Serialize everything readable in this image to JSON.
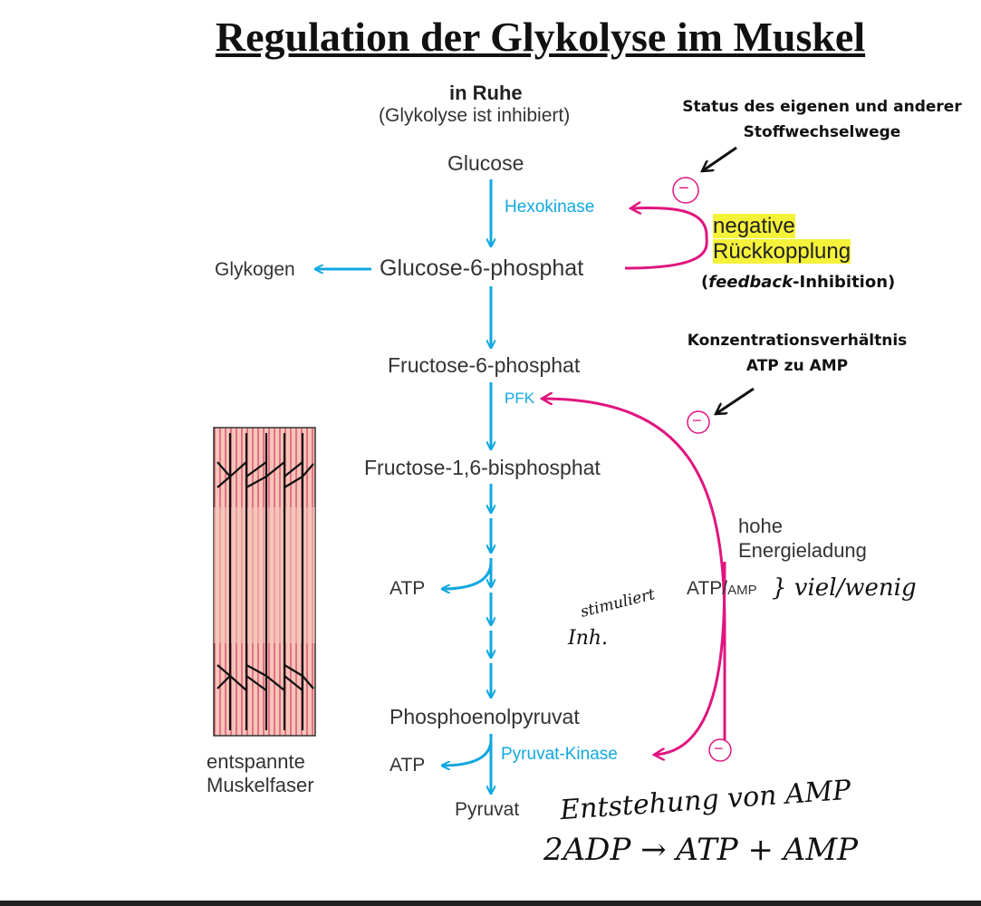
{
  "title": "Regulation der Glykolyse im Muskel",
  "state": {
    "heading": "in Ruhe",
    "subheading": "(Glykolyse ist inhibiert)"
  },
  "metabolites": {
    "glucose": "Glucose",
    "g6p": "Glucose-6-phosphat",
    "glykogen": "Glykogen",
    "f6p": "Fructose-6-phosphat",
    "f16bp": "Fructose-1,6-bisphosphat",
    "atp_1": "ATP",
    "pep": "Phosphoenolpyruvat",
    "atp_2": "ATP",
    "pyruvat": "Pyruvat"
  },
  "enzymes": {
    "hexokinase": "Hexokinase",
    "pfk": "PFK",
    "pk": "Pyruvat-Kinase"
  },
  "annotations": {
    "status_line1": "Status des eigenen und anderer",
    "status_line2": "Stoffwechselwege",
    "negative": "negative",
    "rueckkopplung": "Rückkopplung",
    "feedback_open": "(",
    "feedback_italic": "feedback",
    "feedback_rest": "-Inhibition)",
    "konz_line1": "Konzentrationsverhältnis",
    "konz_line2": "ATP zu AMP",
    "energie_line1": "hohe",
    "energie_line2": "Energieladung",
    "ratio_atp": "ATP/",
    "ratio_amp": "AMP",
    "minus": "−"
  },
  "muscle": {
    "label_line1": "entspannte",
    "label_line2": "Muskelfaser"
  },
  "handwriting": {
    "stimuliert": "stimuliert",
    "inh": "Inh.",
    "viel_wenig": "} viel/wenig",
    "entstehung": "Entstehung von AMP",
    "reaction": "2ADP → ATP + AMP"
  },
  "colors": {
    "pathway": "#12a8e0",
    "regulation": "#e0157f",
    "highlight": "#f5f23a",
    "fiber_bg": "#f4c6b8",
    "fiber_stripe": "#e05a7a"
  }
}
